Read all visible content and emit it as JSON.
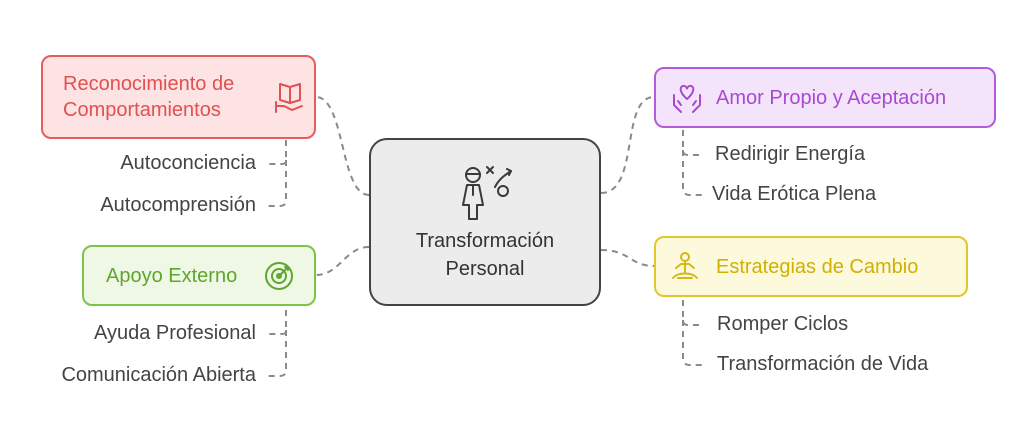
{
  "center": {
    "title": "Transformación Personal",
    "icon": "person-strategy-icon"
  },
  "topics": {
    "reconocimiento": {
      "label": "Reconocimiento de Comportamientos",
      "icon": "open-book-hand-icon",
      "color": "#e85c5c",
      "fill": "#fde3e3",
      "children": [
        "Autoconciencia",
        "Autocomprensión"
      ]
    },
    "apoyo": {
      "label": "Apoyo Externo",
      "icon": "target-icon",
      "color": "#7cc44a",
      "fill": "#eef8e4",
      "children": [
        "Ayuda Profesional",
        "Comunicación Abierta"
      ]
    },
    "amor": {
      "label": "Amor Propio y Aceptación",
      "icon": "heart-in-hands-icon",
      "color": "#b45bdc",
      "fill": "#f4e4fb",
      "children": [
        "Redirigir Energía",
        "Vida Erótica Plena"
      ]
    },
    "estrategias": {
      "label": "Estrategias de Cambio",
      "icon": "meditation-icon",
      "color": "#e0c82a",
      "fill": "#fdf9dd",
      "children": [
        "Romper Ciclos",
        "Transformación de Vida"
      ]
    }
  }
}
